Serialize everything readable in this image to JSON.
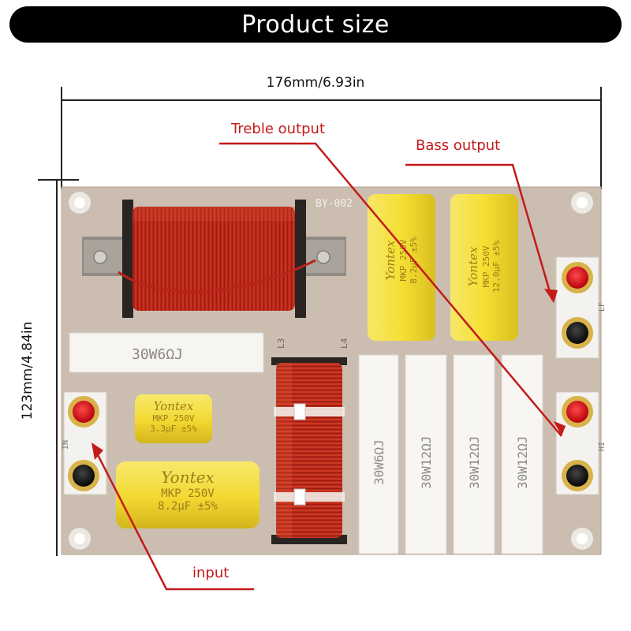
{
  "title": "Product size",
  "dimensions": {
    "width_label": "176mm/6.93in",
    "height_label": "123mm/4.84in"
  },
  "callouts": {
    "treble": "Treble output",
    "bass": "Bass output",
    "input": "input"
  },
  "board": {
    "model": "BY-002",
    "terminal_labels": {
      "lf": "LF",
      "hf": "HI",
      "in": "IN"
    },
    "coil_labels": [
      "L3",
      "L4"
    ],
    "resistor_top": "30W6ΩJ",
    "resistors_vertical": [
      "30W6ΩJ",
      "30W12ΩJ",
      "30W12ΩJ",
      "30W12ΩJ"
    ],
    "capacitors": [
      {
        "brand": "Yontex",
        "line2": "MKP 250V",
        "line3": "8.2μF ±5%"
      },
      {
        "brand": "Yontex",
        "line2": "MKP 250V",
        "line3": "12.0μF ±5%"
      },
      {
        "brand": "Yontex",
        "line2": "MKP 250V",
        "line3": "3.3μF ±5%"
      },
      {
        "brand": "Yontex",
        "line2": "MKP 250V",
        "line3": "8.2μF ±5%"
      }
    ]
  },
  "colors": {
    "accent_red": "#c41a1a",
    "board": "#c9bcaf",
    "capacitor": "#f3dd3a",
    "coil": "#b8231a"
  }
}
